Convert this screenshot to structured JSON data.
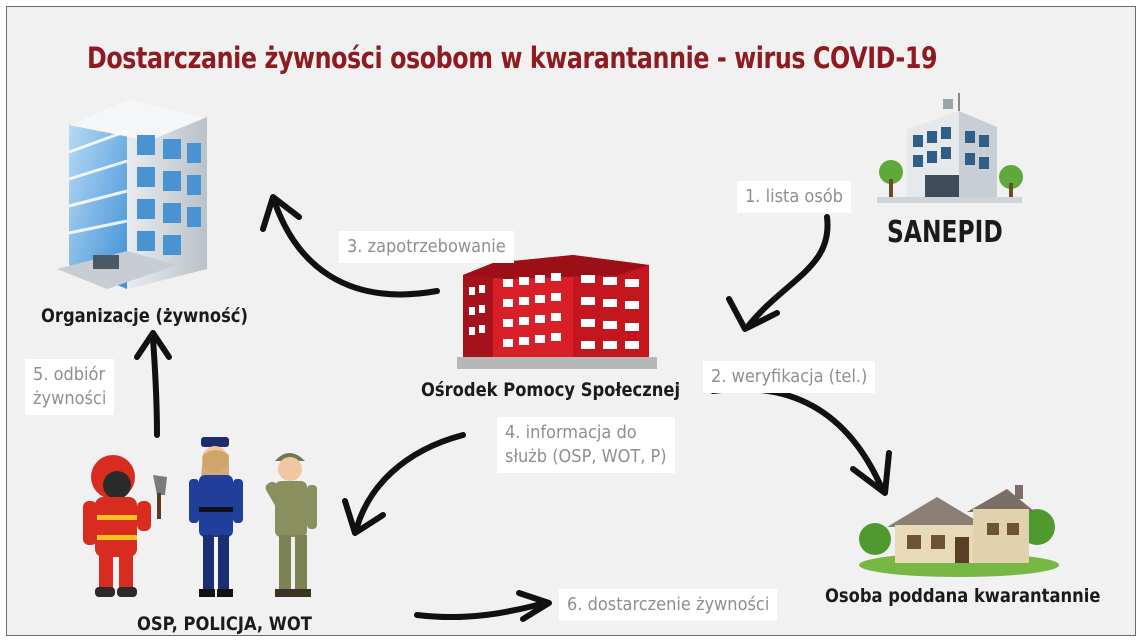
{
  "title": "Dostarczanie żywności osobom w kwarantannie - wirus COVID-19",
  "nodes": {
    "organizacje": "Organizacje (żywność)",
    "sanepid": "SANEPID",
    "osrodek": "Ośrodek Pomocy Społecznej",
    "sluzby": "OSP, POLICJA, WOT",
    "osoba": "Osoba poddana kwarantannie"
  },
  "steps": {
    "s1": "1. lista osób",
    "s2": "2. weryfikacja (tel.)",
    "s3": "3. zapotrzebowanie",
    "s4_line1": "4. informacja do",
    "s4_line2": "służb (OSP, WOT, P)",
    "s5_line1": "5. odbiór",
    "s5_line2": "żywności",
    "s6": "6. dostarczenie żywności"
  },
  "colors": {
    "title": "#8e1a22",
    "arrow": "#111111",
    "step_text": "#8f8f8f",
    "background": "#f1f1f1"
  }
}
